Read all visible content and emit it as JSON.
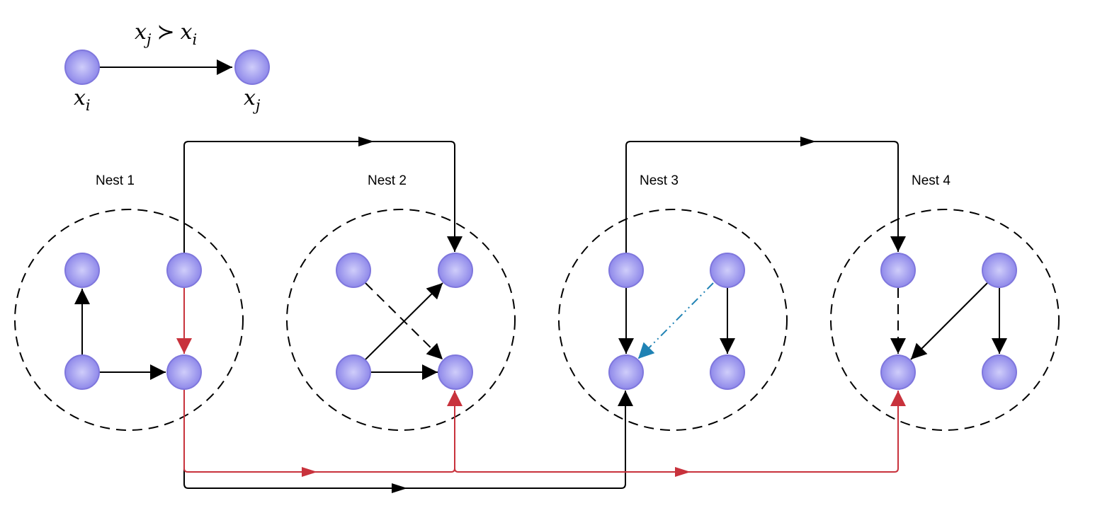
{
  "legend": {
    "relation": "x",
    "relation_sub_j": "j",
    "relation_symbol": "≻",
    "relation_sub_i": "i",
    "left_node_var": "x",
    "left_node_sub": "i",
    "right_node_var": "x",
    "right_node_sub": "j"
  },
  "nests": [
    {
      "label": "Nest 1"
    },
    {
      "label": "Nest 2"
    },
    {
      "label": "Nest 3"
    },
    {
      "label": "Nest 4"
    }
  ],
  "colors": {
    "node_fill_light": "#cfcdfa",
    "node_fill_dark": "#8f89ea",
    "node_stroke": "#7f77dd",
    "black_edge": "#000000",
    "red_edge": "#c8323c",
    "blue_edge": "#1f82b4"
  },
  "edges": [
    {
      "id": "n1-bl-tl",
      "from": "Nest 1 bottom-left",
      "to": "Nest 1 top-left",
      "style": "solid"
    },
    {
      "id": "n1-bl-br",
      "from": "Nest 1 bottom-left",
      "to": "Nest 1 bottom-right",
      "style": "solid"
    },
    {
      "id": "n1-tr-br",
      "from": "Nest 1 top-right",
      "to": "Nest 1 bottom-right",
      "style": "solid",
      "color": "red"
    },
    {
      "id": "n2-tl-br",
      "from": "Nest 2 top-left",
      "to": "Nest 2 bottom-right",
      "style": "dashed"
    },
    {
      "id": "n2-bl-tr",
      "from": "Nest 2 bottom-left",
      "to": "Nest 2 top-right",
      "style": "solid"
    },
    {
      "id": "n2-bl-br",
      "from": "Nest 2 bottom-left",
      "to": "Nest 2 bottom-right",
      "style": "solid"
    },
    {
      "id": "n3-tl-bl",
      "from": "Nest 3 top-left",
      "to": "Nest 3 bottom-left",
      "style": "solid"
    },
    {
      "id": "n3-tr-bl",
      "from": "Nest 3 top-right",
      "to": "Nest 3 bottom-left",
      "style": "dash-dot",
      "color": "blue"
    },
    {
      "id": "n3-tr-br",
      "from": "Nest 3 top-right",
      "to": "Nest 3 bottom-right",
      "style": "solid"
    },
    {
      "id": "n4-tl-bl",
      "from": "Nest 4 top-left",
      "to": "Nest 4 bottom-left",
      "style": "dashed"
    },
    {
      "id": "n4-tr-bl",
      "from": "Nest 4 top-right",
      "to": "Nest 4 bottom-left",
      "style": "solid"
    },
    {
      "id": "n4-tr-br",
      "from": "Nest 4 top-right",
      "to": "Nest 4 bottom-right",
      "style": "solid"
    },
    {
      "id": "n1tr-n2tr",
      "from": "Nest 1 top-right",
      "to": "Nest 2 top-right",
      "style": "solid",
      "route": "over top"
    },
    {
      "id": "n3tl-n4tl",
      "from": "Nest 3 top-left",
      "to": "Nest 4 top-left",
      "style": "solid",
      "route": "over top"
    },
    {
      "id": "n1br-n3bl",
      "from": "Nest 1 bottom-right",
      "to": "Nest 3 bottom-left",
      "style": "solid",
      "route": "below"
    },
    {
      "id": "n1br-n2br",
      "from": "Nest 1 bottom-right",
      "to": "Nest 2 bottom-right",
      "style": "solid",
      "color": "red",
      "route": "below"
    },
    {
      "id": "n2br-n4bl",
      "from": "Nest 2 bottom-right",
      "to": "Nest 4 bottom-left",
      "style": "solid",
      "color": "red",
      "route": "below"
    }
  ]
}
